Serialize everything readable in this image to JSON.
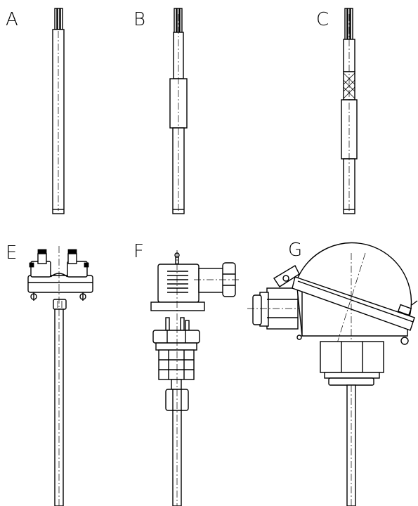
{
  "labels": {
    "a": "A",
    "b": "B",
    "c": "C",
    "e": "E",
    "f": "F",
    "g": "G"
  }
}
